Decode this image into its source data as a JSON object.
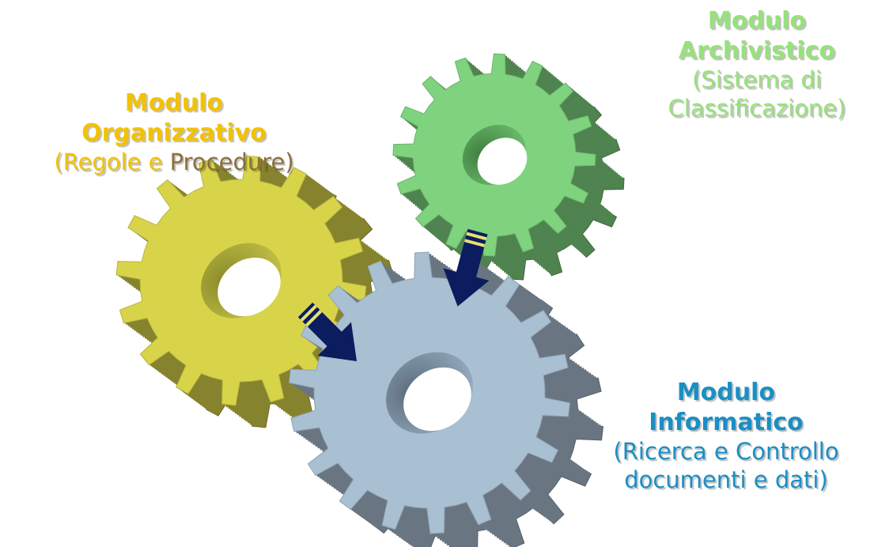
{
  "modules": {
    "organizzativo": {
      "title_line1": "Modulo",
      "title_line2": "Organizzativo",
      "subtitle_a": "(Regole e ",
      "subtitle_b": "Procedure)",
      "color": "#f2c200",
      "color_accent": "#8b6f3e",
      "gear_color": "#d8d44a"
    },
    "archivistico": {
      "title_line1": "Modulo",
      "title_line2": "Archivistico",
      "subtitle_line1": "(Sistema di",
      "subtitle_line2": "Classificazione)",
      "color": "#96e27a",
      "gear_color": "#7fd37f"
    },
    "informatico": {
      "title_line1": "Modulo",
      "title_line2": "Informatico",
      "subtitle_line1": "(Ricerca e Controllo",
      "subtitle_line2": "documenti e dati)",
      "color": "#1a8fc4",
      "gear_color": "#a9bfd2"
    }
  },
  "arrows": {
    "color": "#0b1d5e",
    "stripe_color": "#e8e070"
  }
}
